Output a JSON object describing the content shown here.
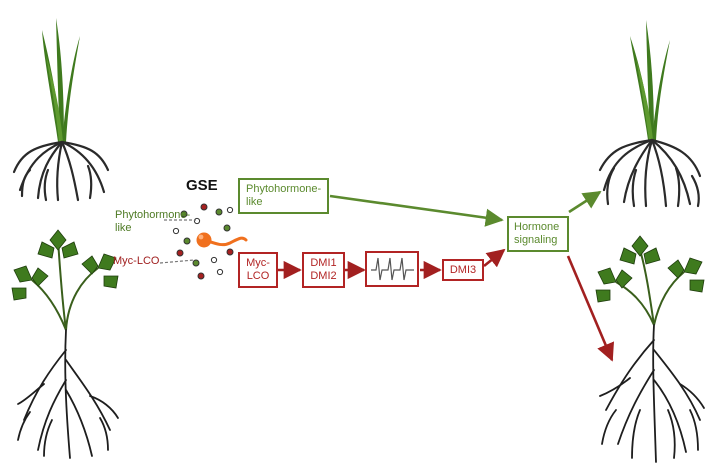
{
  "labels": {
    "gse": "GSE",
    "phytohormone_side": [
      "Phytohormone-",
      "like"
    ],
    "myc_lco_side": "Myc-LCO"
  },
  "boxes": {
    "phytohormone": [
      "Phytohormone-",
      "like"
    ],
    "myc_lco": [
      "Myc-",
      "LCO"
    ],
    "dmi12": [
      "DMI1",
      "DMI2"
    ],
    "dmi3": "DMI3",
    "hormone": [
      "Hormone",
      "signaling"
    ]
  },
  "colors": {
    "green": "#5b8a2e",
    "red": "#b22424",
    "leaf": "#3f7a1e",
    "root": "#2a2a2a",
    "fungus": "#f0701e"
  },
  "icons": [
    "grass-plant-icon",
    "legume-plant-icon",
    "calcium-spiking-icon",
    "fungal-spore-icon"
  ]
}
